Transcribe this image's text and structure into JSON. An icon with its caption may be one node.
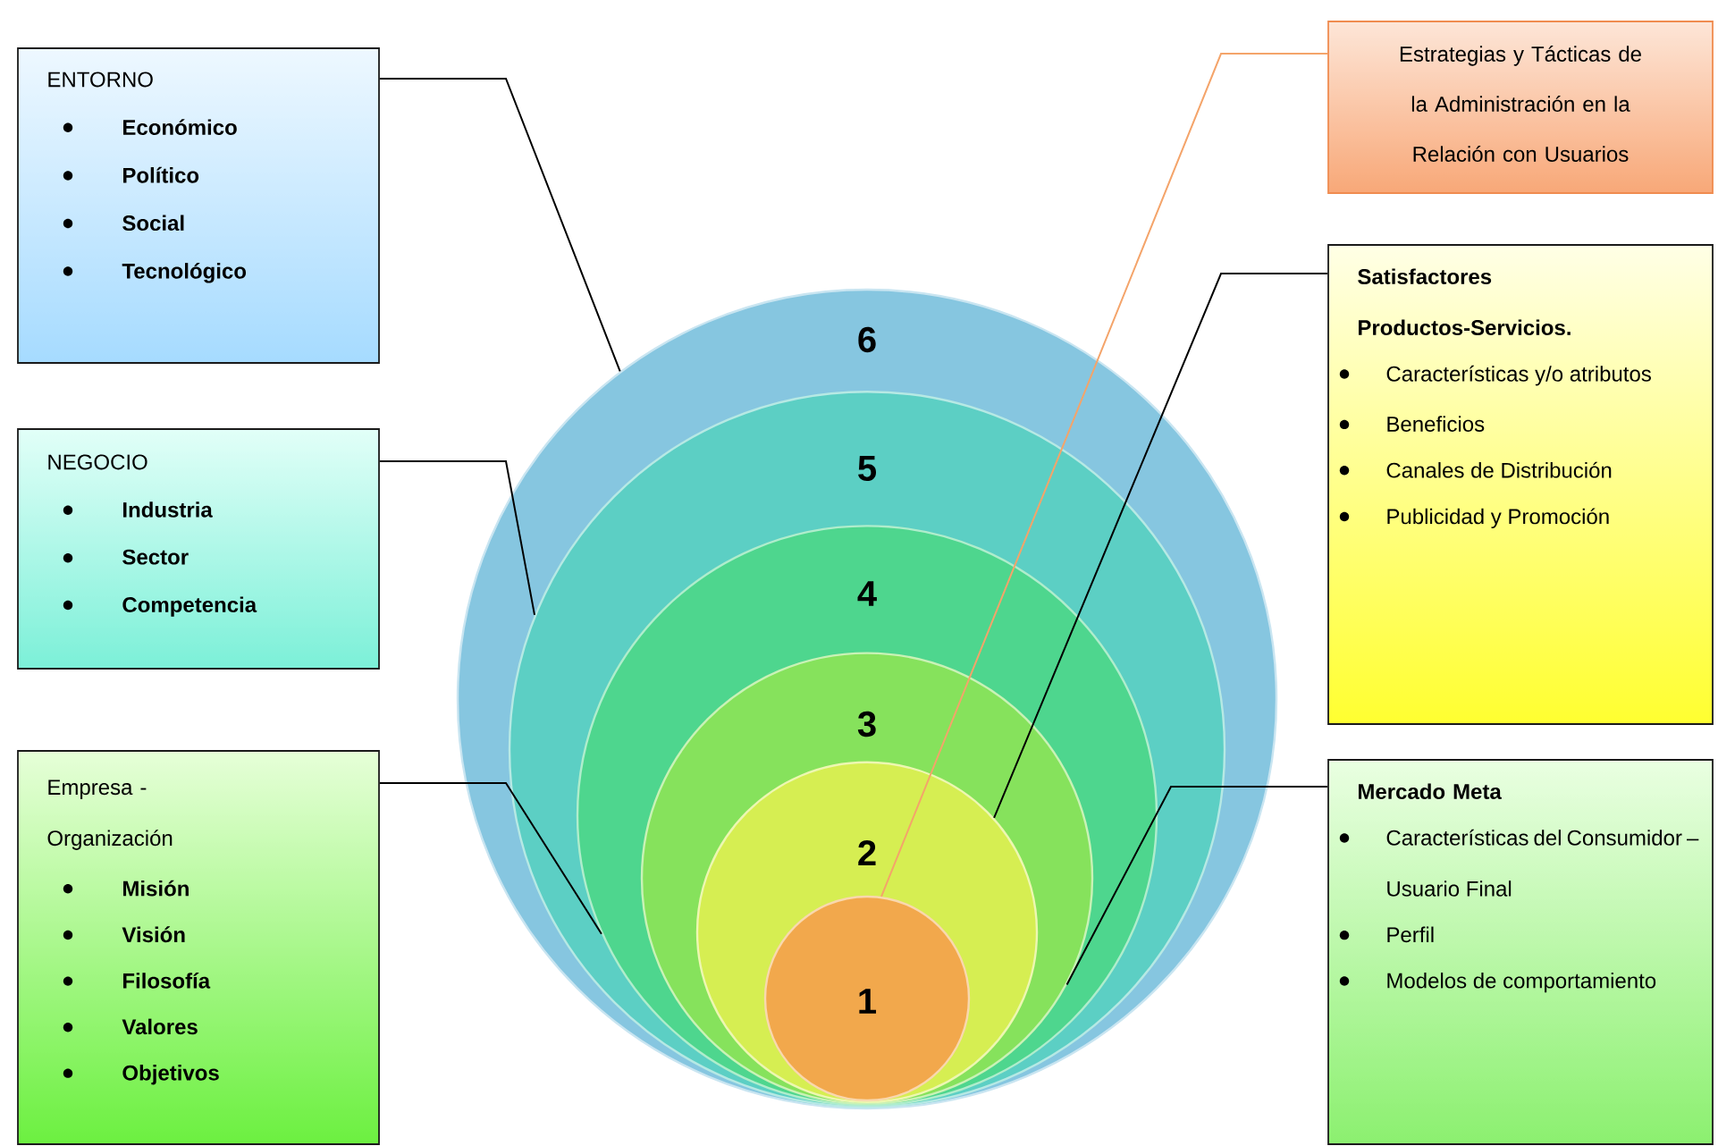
{
  "diagram": {
    "nodes": [
      {
        "text": [
          "ENTORNO",
          "Económico",
          "Político",
          "Social",
          "Tecnológico"
        ]
      },
      {
        "text": [
          "NEGOCIO",
          "Industria",
          "Sector",
          "Competencia"
        ]
      },
      {
        "text": [
          "Empresa - Organización",
          "Misión",
          "Visión",
          "Filosofía",
          "Valores",
          "Objetivos"
        ]
      },
      {
        "text": [
          "Estrategias y Tácticas de la Administración en la Relación con Usuarios"
        ]
      },
      {
        "text": [
          "Satisfactores Productos-Servicios.",
          "Características y/o atributos",
          "Beneficios",
          "Canales de Distribución",
          "Publicidad y Promoción"
        ]
      },
      {
        "text": [
          "Mercado Meta",
          "Características del Consumidor – Usuario Final",
          "Perfil",
          "Modelos de comportamiento"
        ]
      },
      {
        "text": [
          "6"
        ]
      },
      {
        "text": [
          "5"
        ],
        "in": 6
      },
      {
        "text": [
          "4"
        ],
        "in": 7
      },
      {
        "text": [
          "3"
        ],
        "in": 8
      },
      {
        "text": [
          "2"
        ],
        "in": 9
      },
      {
        "text": [
          "1"
        ],
        "in": 10
      }
    ],
    "edges": [
      {
        "from": 0,
        "to": 6,
        "arrow": "none"
      },
      {
        "from": 1,
        "to": 7,
        "arrow": "none"
      },
      {
        "from": 2,
        "to": 8,
        "arrow": "none"
      },
      {
        "from": 3,
        "to": 11,
        "arrow": "none",
        "color": "#f4a46a"
      },
      {
        "from": 4,
        "to": 10,
        "arrow": "none"
      },
      {
        "from": 5,
        "to": 9,
        "arrow": "none"
      }
    ]
  }
}
